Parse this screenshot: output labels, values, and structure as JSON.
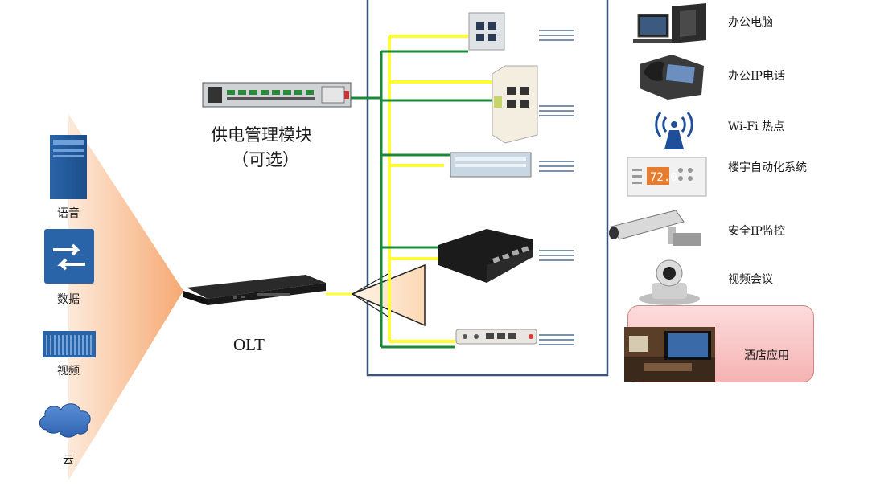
{
  "colors": {
    "yellow_line": "#ffff33",
    "green_line": "#1a8a3a",
    "frame": "#3b5478",
    "fan": "#f7a66a",
    "hotel_bg": "#f6b3b3"
  },
  "left_services": [
    {
      "label": "语音",
      "icon": "server-icon"
    },
    {
      "label": "数据",
      "icon": "switch-icon"
    },
    {
      "label": "视频",
      "icon": "video-rack-icon"
    },
    {
      "label": "云",
      "icon": "cloud-icon"
    }
  ],
  "power_module": {
    "label_line1": "供电管理模块",
    "label_line2": "（可选）",
    "icon": "power-rack-icon"
  },
  "olt": {
    "label": "OLT",
    "icon": "olt-rack-icon"
  },
  "onu_devices": [
    {
      "icon": "wall-panel-onu-icon"
    },
    {
      "icon": "wall-box-onu-icon"
    },
    {
      "icon": "rack-onu-icon"
    },
    {
      "icon": "desktop-onu-icon"
    },
    {
      "icon": "slim-onu-icon"
    }
  ],
  "endpoints": [
    {
      "label": "办公电脑",
      "icon": "desktop-computer-icon"
    },
    {
      "label": "办公IP电话",
      "icon": "ip-phone-icon"
    },
    {
      "label": "Wi-Fi 热点",
      "icon": "wifi-icon"
    },
    {
      "label": "楼宇自动化系统",
      "icon": "thermostat-icon"
    },
    {
      "label": "安全IP监控",
      "icon": "security-camera-icon"
    },
    {
      "label": "视频会议",
      "icon": "video-conference-camera-icon"
    }
  ],
  "hotel": {
    "label": "酒店应用",
    "icon": "hotel-room-icon"
  }
}
